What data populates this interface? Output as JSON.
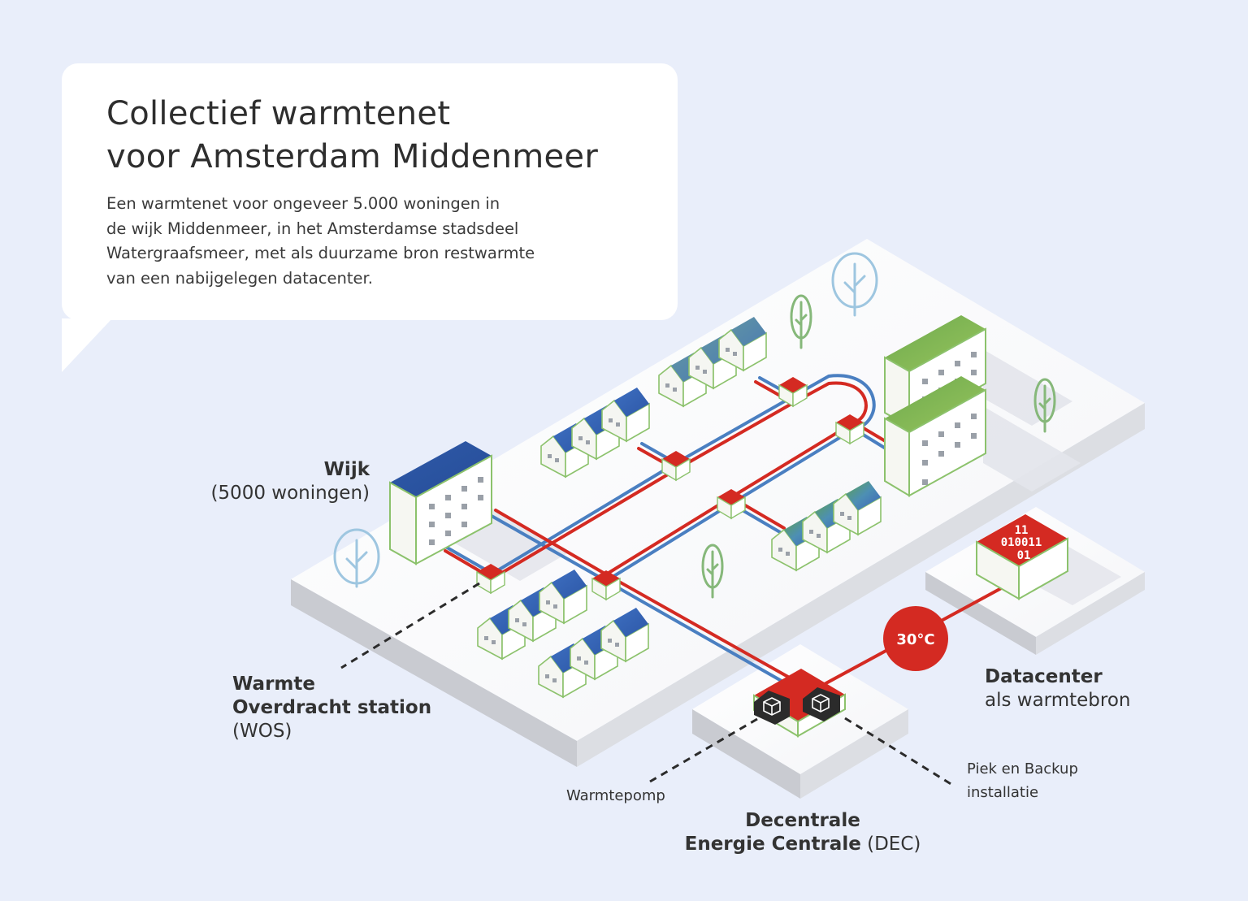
{
  "header": {
    "title_lines": [
      "Collectief warmtenet",
      "voor Amsterdam Middenmeer"
    ],
    "description_lines": [
      "Een warmtenet voor ongeveer 5.000 woningen in",
      "de wijk Middenmeer, in het Amsterdamse stadsdeel",
      "Watergraafsmeer, met als duurzame bron restwarmte",
      "van een nabijgelegen datacenter."
    ]
  },
  "labels": {
    "wijk": {
      "title": "Wijk",
      "sub": "(5000 woningen)"
    },
    "wos": {
      "line1": "Warmte",
      "line2": "Overdracht station",
      "line3": "(WOS)"
    },
    "datacenter": {
      "title": "Datacenter",
      "sub": "als warmtebron"
    },
    "dec": {
      "line1": "Decentrale",
      "line2": "Energie Centrale",
      "line2_suffix": " (DEC)"
    },
    "warmtepomp": "Warmtepomp",
    "piek": {
      "line1": "Piek en Backup",
      "line2": "installatie"
    }
  },
  "temperature": "30°C",
  "datacenter_code": {
    "line1": "11",
    "line2": "010011",
    "line3": "01"
  },
  "colors": {
    "supply_pipe": "#d42a22",
    "return_pipe": "#4a7fc1",
    "background": "#e9eefa",
    "node_red": "#d42a22"
  }
}
